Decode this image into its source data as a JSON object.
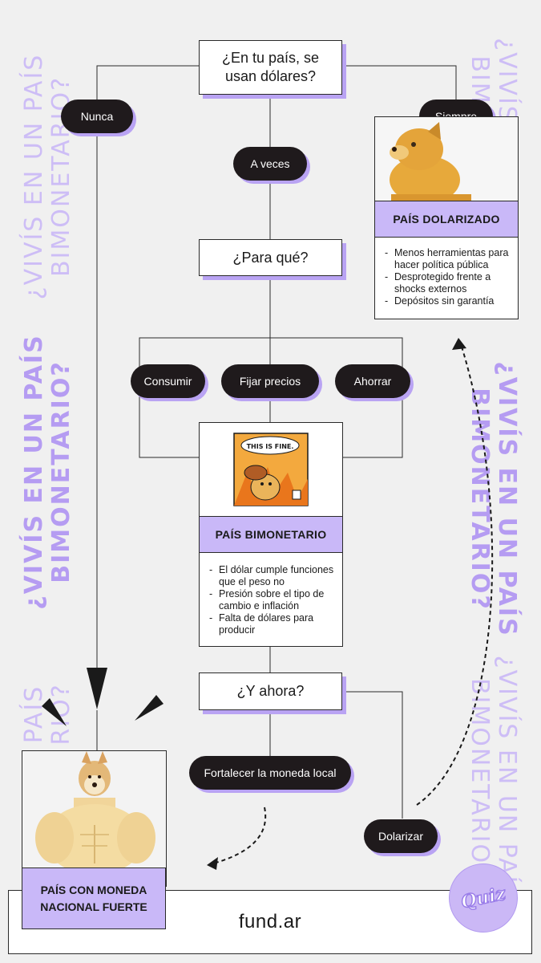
{
  "watermark": {
    "line1": "¿VIVÍS EN UN PAÍS",
    "line2": "BIMONETARIO?",
    "partial_top_right_1": "¿VIVÍS",
    "partial_top_right_2": "BIM",
    "partial_bottom_left_1": "PAÍS",
    "partial_bottom_left_2": "RIO?"
  },
  "flow": {
    "q1": "¿En tu país, se usan dólares?",
    "nunca": "Nunca",
    "siempre": "Siempre",
    "aveces": "A veces",
    "q2": "¿Para qué?",
    "consumir": "Consumir",
    "fijar": "Fijar precios",
    "ahorrar": "Ahorrar",
    "q3": "¿Y ahora?",
    "fortalecer": "Fortalecer la moneda local",
    "dolarizar": "Dolarizar"
  },
  "dolarizado": {
    "title": "PAÍS DOLARIZADO",
    "items": [
      "Menos herramientas para hacer política pública",
      "Desprotegido frente a shocks externos",
      "Depósitos sin garantía"
    ]
  },
  "bimonetario": {
    "title": "PAÍS BIMONETARIO",
    "meme_text": "THIS IS FINE.",
    "items": [
      "El dólar cumple funciones que el peso no",
      "Presión sobre el tipo de cambio e inflación",
      "Falta de dólares para producir"
    ]
  },
  "fuerte": {
    "title": "PAÍS CON MONEDA NACIONAL FUERTE"
  },
  "footer": {
    "brand": "fund.ar"
  },
  "badge": {
    "label": "Quiz"
  },
  "colors": {
    "lavender": "#c9b8f8",
    "shadow": "#b9a3f3",
    "pill": "#1f1a1c",
    "watermark": "#cdbdf6"
  }
}
